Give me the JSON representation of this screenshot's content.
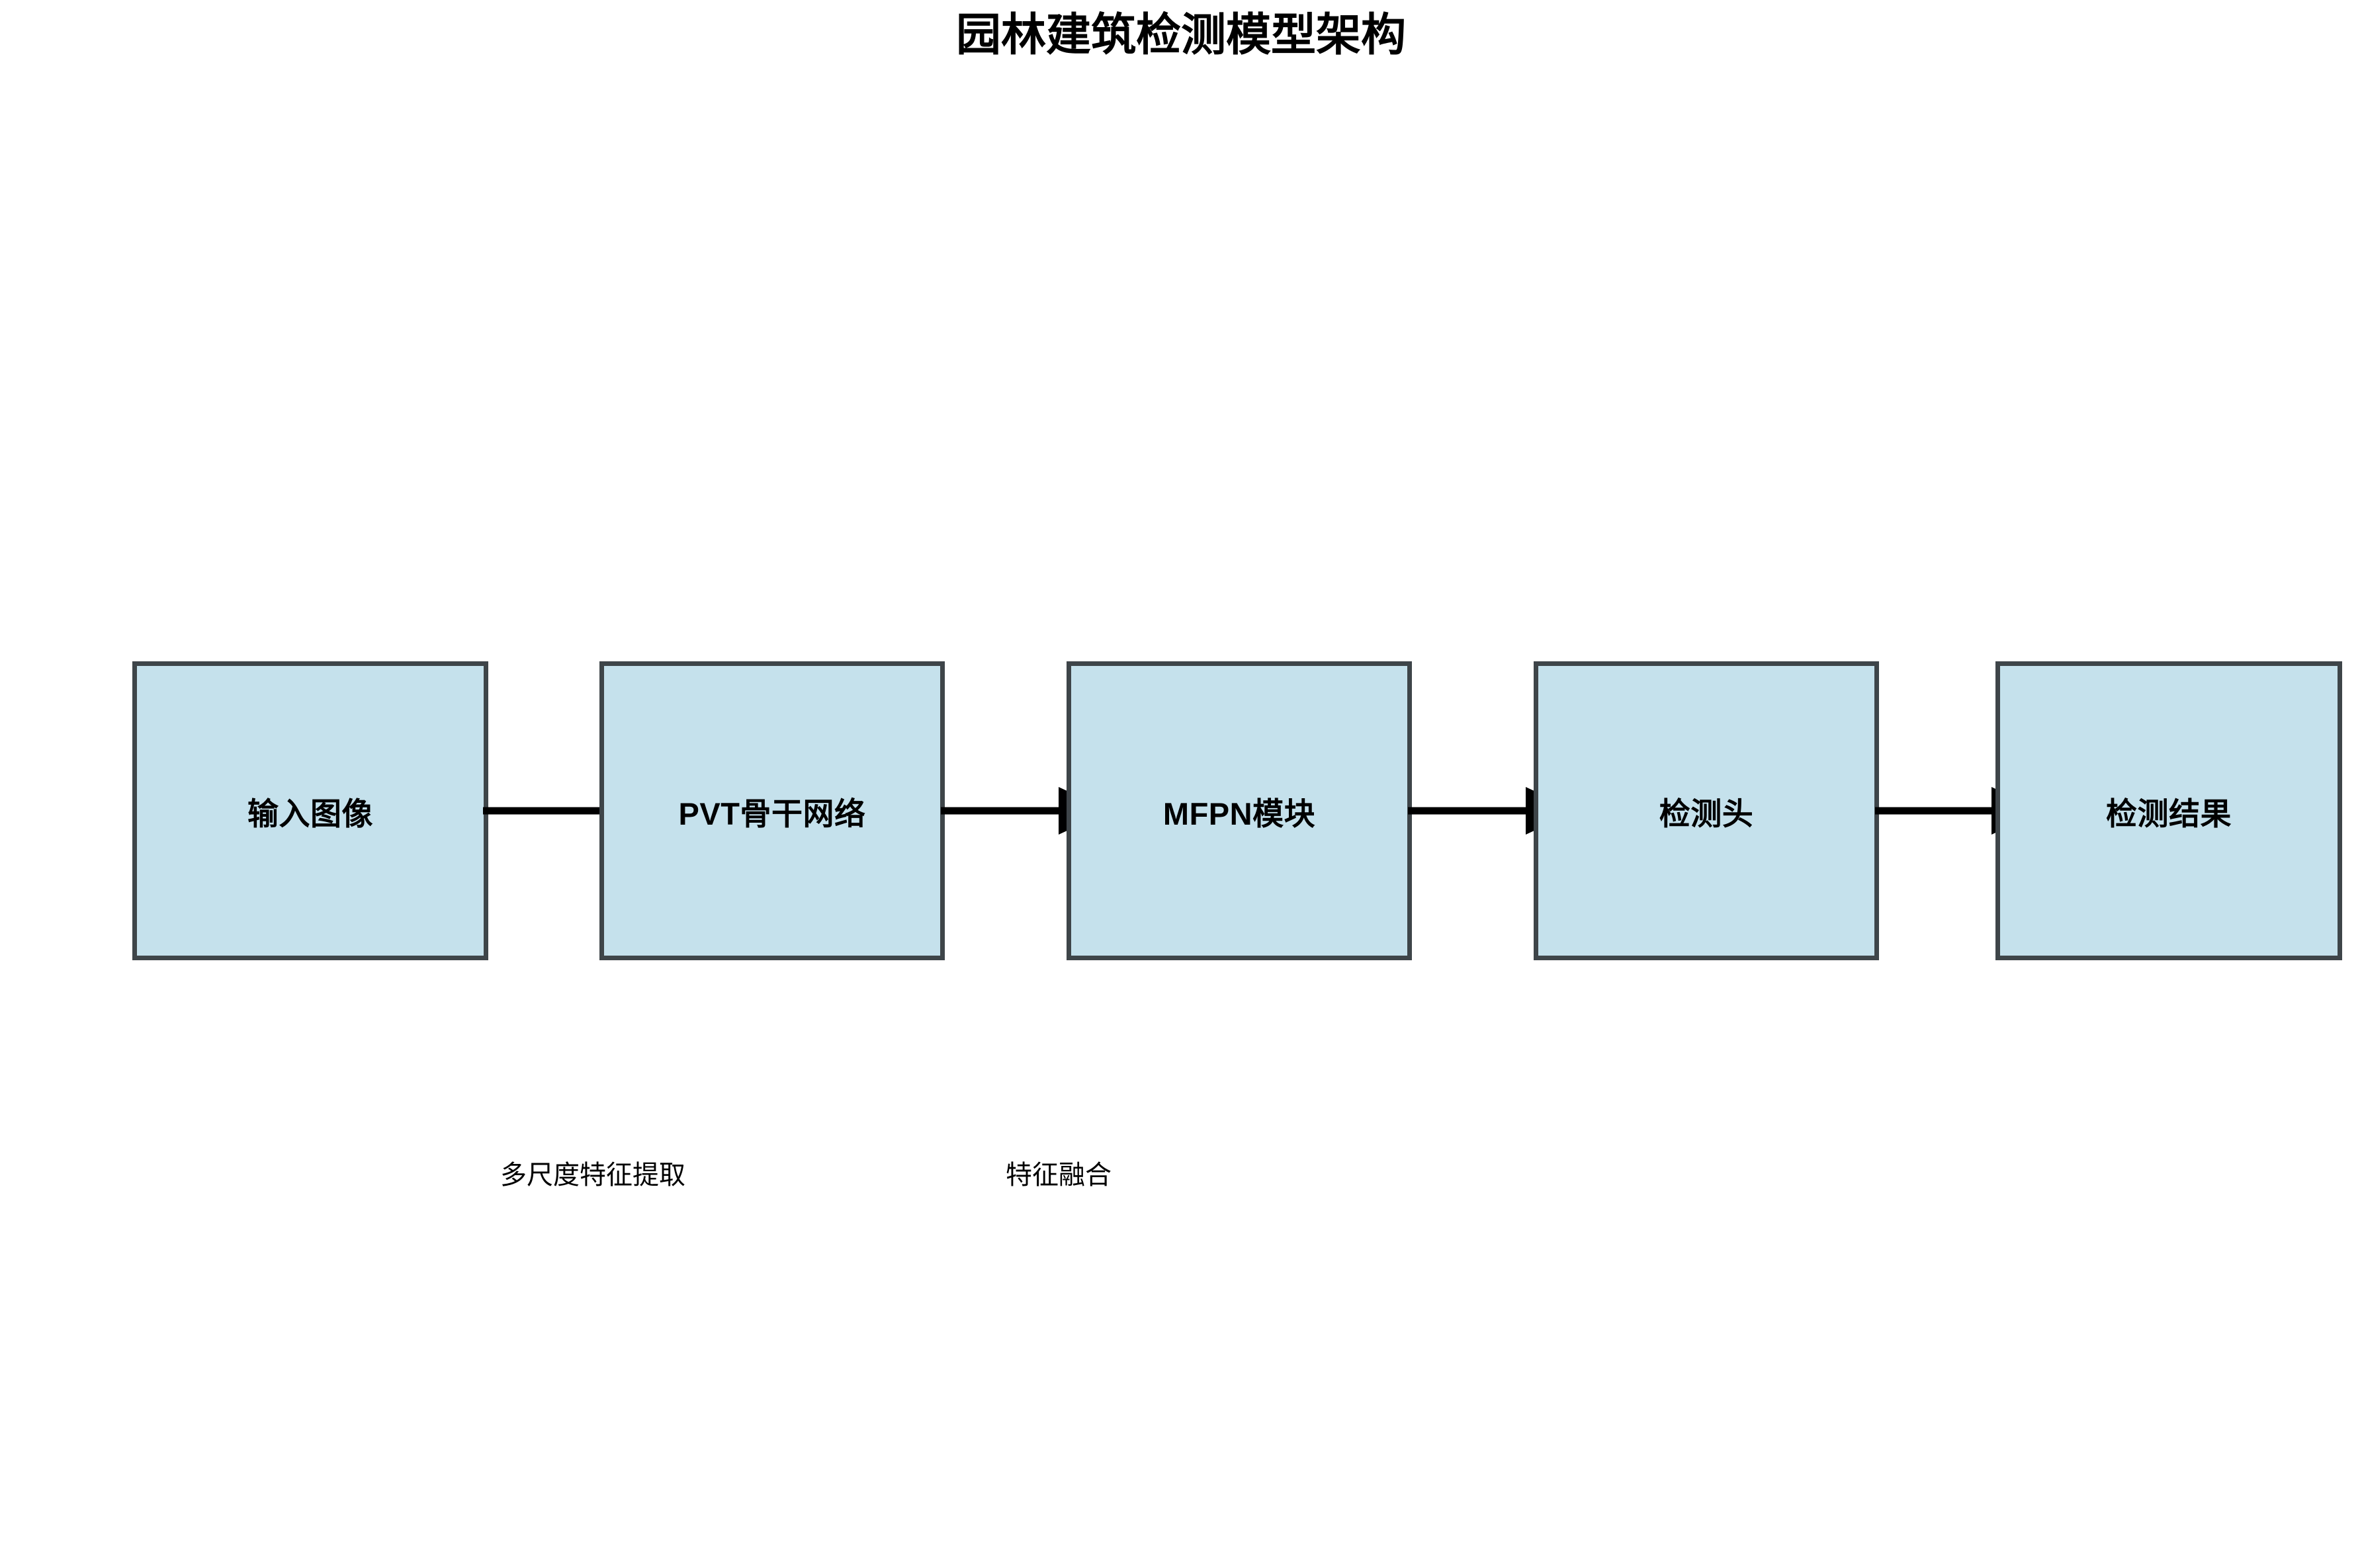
{
  "title": "园林建筑检测模型架构",
  "colors": {
    "node_fill": "#c5e1ec",
    "node_border": "#3e4549",
    "arrow": "#000000",
    "text": "#000000",
    "background": "#ffffff"
  },
  "flow": {
    "nodes": [
      {
        "id": "input-image",
        "label": "输入图像"
      },
      {
        "id": "pvt-backbone",
        "label": "PVT骨干网络"
      },
      {
        "id": "mfpn-module",
        "label": "MFPN模块"
      },
      {
        "id": "detection-head",
        "label": "检测头"
      },
      {
        "id": "detection-result",
        "label": "检测结果"
      }
    ],
    "connectors": [
      {
        "id": "arrow-0",
        "from": "输入图像",
        "to": "PVT骨干网络",
        "label": ""
      },
      {
        "id": "arrow-1",
        "from": "PVT骨干网络",
        "to": "MFPN模块",
        "label": ""
      },
      {
        "id": "arrow-2",
        "from": "MFPN模块",
        "to": "检测头",
        "label": ""
      },
      {
        "id": "arrow-3",
        "from": "检测头",
        "to": "检测结果",
        "label": ""
      }
    ]
  },
  "annotations": [
    {
      "id": "multi-scale-feature-extraction",
      "text": "多尺度特征提取"
    },
    {
      "id": "feature-fusion",
      "text": "特征融合"
    }
  ]
}
